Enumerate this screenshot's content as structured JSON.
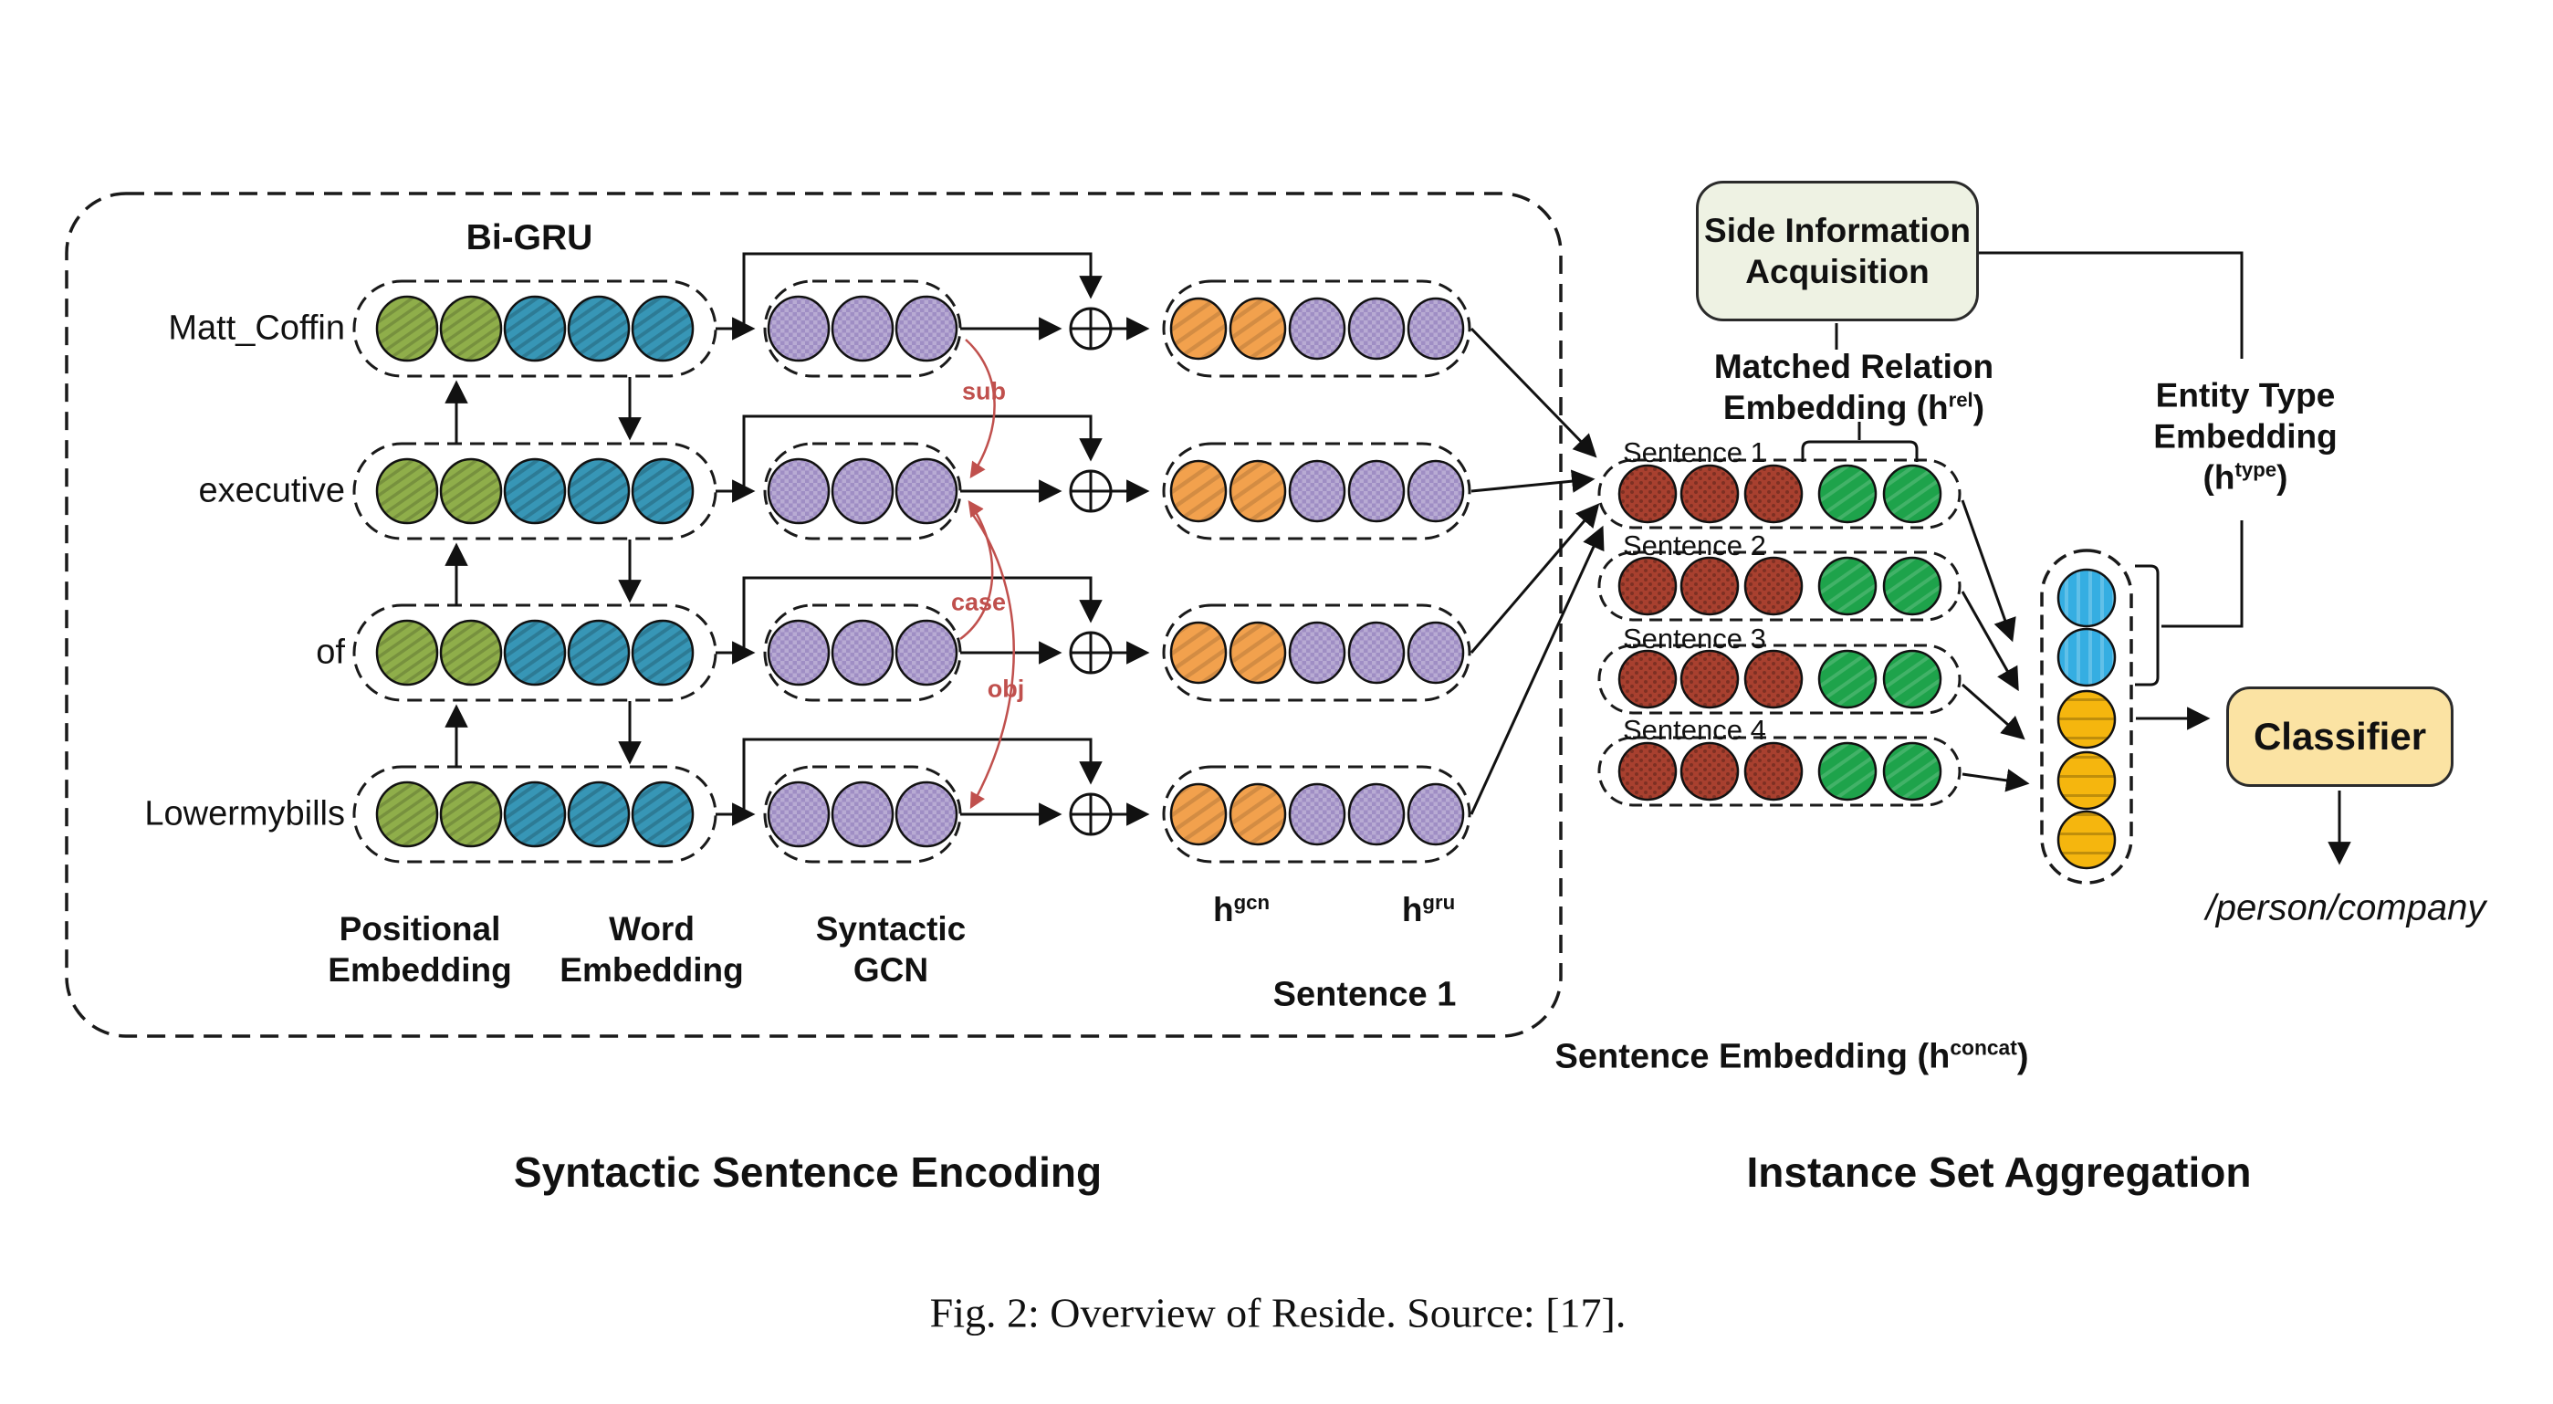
{
  "fig": {
    "caption": "Fig. 2: Overview of Reside. Source: [17].",
    "left": {
      "title": "Syntactic Sentence Encoding",
      "bigru": "Bi-GRU",
      "words": [
        "Matt_Coffin",
        "executive",
        "of",
        "Lowermybills"
      ],
      "edges": {
        "sub": "sub",
        "case": "case",
        "obj": "obj"
      },
      "col_positional1": "Positional",
      "col_positional2": "Embedding",
      "col_word1": "Word",
      "col_word2": "Embedding",
      "col_gcn1": "Syntactic",
      "col_gcn2": "GCN",
      "h_gcn": {
        "base": "h",
        "sup": "gcn"
      },
      "h_gru": {
        "base": "h",
        "sup": "gru"
      },
      "sentence1": "Sentence 1"
    },
    "right": {
      "title": "Instance Set Aggregation",
      "side_box": {
        "line1": "Side Information",
        "line2": "Acquisition"
      },
      "matched": {
        "line1": "Matched Relation",
        "line2_pre": "Embedding (h",
        "sup": "rel",
        "close": ")"
      },
      "entity": {
        "line1": "Entity Type",
        "line2": "Embedding",
        "line3_pre": "(h",
        "sup": "type",
        "close": ")"
      },
      "sentences": [
        "Sentence 1",
        "Sentence 2",
        "Sentence 3",
        "Sentence 4"
      ],
      "sent_emb": {
        "pre": "Sentence Embedding (h",
        "sup": "concat",
        "close": ")"
      },
      "classifier": "Classifier",
      "prediction": "/person/company"
    },
    "colors": {
      "positional_green": "#8fae4a",
      "word_blue": "#3796b6",
      "gcn_purple": "#9f8ec4",
      "hgcn_orange": "#f2a14d",
      "sentence_red": "#a8402f",
      "side_green": "#1ea34b",
      "entity_blue": "#35aee2",
      "relation_yellow": "#f5b60e",
      "dependency_red": "#c0504d",
      "side_box_fill": "#eef2e3",
      "classifier_fill": "#fbe3a3"
    }
  }
}
